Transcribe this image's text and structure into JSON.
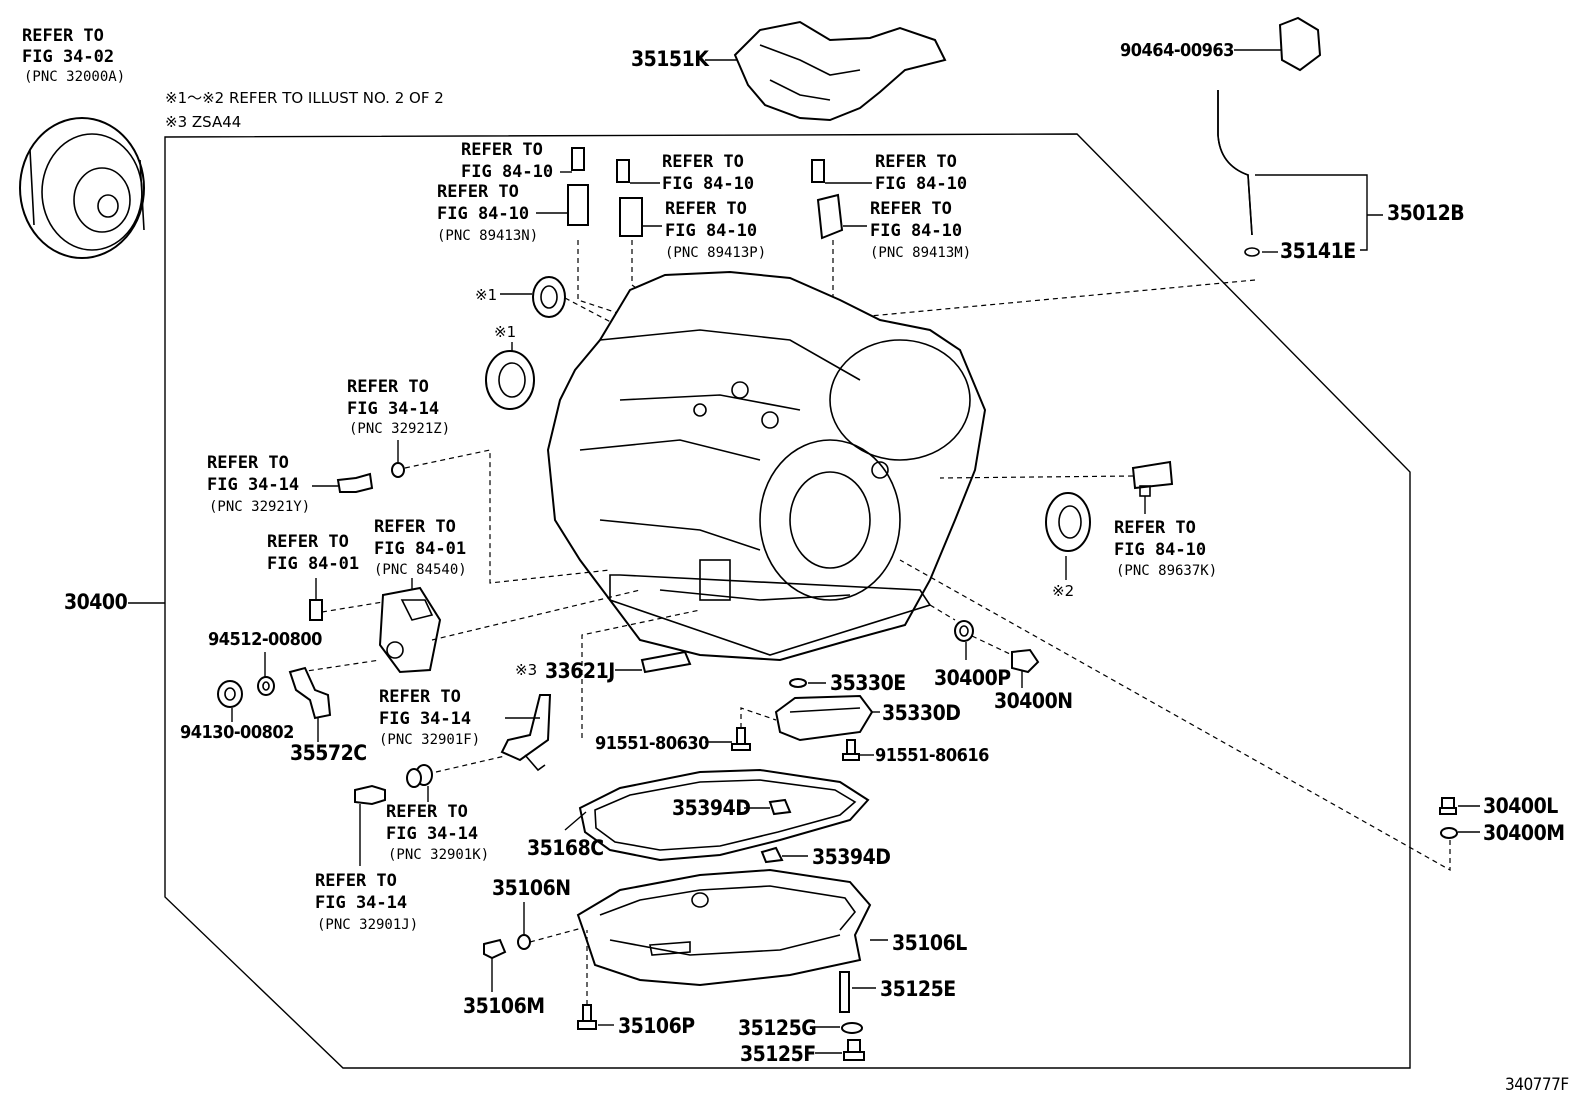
{
  "notes": {
    "note1": "※1～※2 REFER TO ILLUST NO. 2 OF 2",
    "note3": "※3 ZSA44"
  },
  "figure_id": "340777F",
  "refs": {
    "tc_refer": "REFER TO",
    "tc_fig": "FIG 34-02",
    "tc_pnc": "(PNC 32000A)",
    "s1_refer": "REFER TO",
    "s1_fig": "FIG 84-10",
    "s2_refer": "REFER TO",
    "s2_fig": "FIG 84-10",
    "s2_pnc": "(PNC 89413N)",
    "s3_refer": "REFER TO",
    "s3_fig": "FIG 84-10",
    "s4_refer": "REFER TO",
    "s4_fig": "FIG 84-10",
    "s4_pnc": "(PNC 89413P)",
    "s5_refer": "REFER TO",
    "s5_fig": "FIG 84-10",
    "s6_refer": "REFER TO",
    "s6_fig": "FIG 84-10",
    "s6_pnc": "(PNC 89413M)",
    "z_refer": "REFER TO",
    "z_fig": "FIG 34-14",
    "z_pnc": "(PNC 32921Z)",
    "y_refer": "REFER TO",
    "y_fig": "FIG 34-14",
    "y_pnc": "(PNC 32921Y)",
    "b1_refer": "REFER TO",
    "b1_fig": "FIG 84-01",
    "b2_refer": "REFER TO",
    "b2_fig": "FIG 84-01",
    "b2_pnc": "(PNC 84540)",
    "k_refer": "REFER TO",
    "k_fig": "FIG 84-10",
    "k_pnc": "(PNC 89637K)",
    "f_refer": "REFER TO",
    "f_fig": "FIG 34-14",
    "f_pnc": "(PNC 32901F)",
    "kk_refer": "REFER TO",
    "kk_fig": "FIG 34-14",
    "kk_pnc": "(PNC 32901K)",
    "j_refer": "REFER TO",
    "j_fig": "FIG 34-14",
    "j_pnc": "(PNC 32901J)"
  },
  "marks": {
    "m1a": "※1",
    "m1b": "※1",
    "m2": "※2",
    "m3": "※3"
  },
  "parts": {
    "p35151K": "35151K",
    "p90464": "90464-00963",
    "p35012B": "35012B",
    "p35141E": "35141E",
    "p30400": "30400",
    "p94512": "94512-00800",
    "p94130": "94130-00802",
    "p35572C": "35572C",
    "p33621J": "33621J",
    "p35330E": "35330E",
    "p35330D": "35330D",
    "p30400P": "30400P",
    "p30400N": "30400N",
    "p91551_80630": "91551-80630",
    "p91551_80616": "91551-80616",
    "p35394D_a": "35394D",
    "p35394D_b": "35394D",
    "p35168C": "35168C",
    "p35106N": "35106N",
    "p35106M": "35106M",
    "p35106L": "35106L",
    "p35125E": "35125E",
    "p35106P": "35106P",
    "p35125G": "35125G",
    "p35125F": "35125F",
    "p30400L": "30400L",
    "p30400M": "30400M"
  }
}
